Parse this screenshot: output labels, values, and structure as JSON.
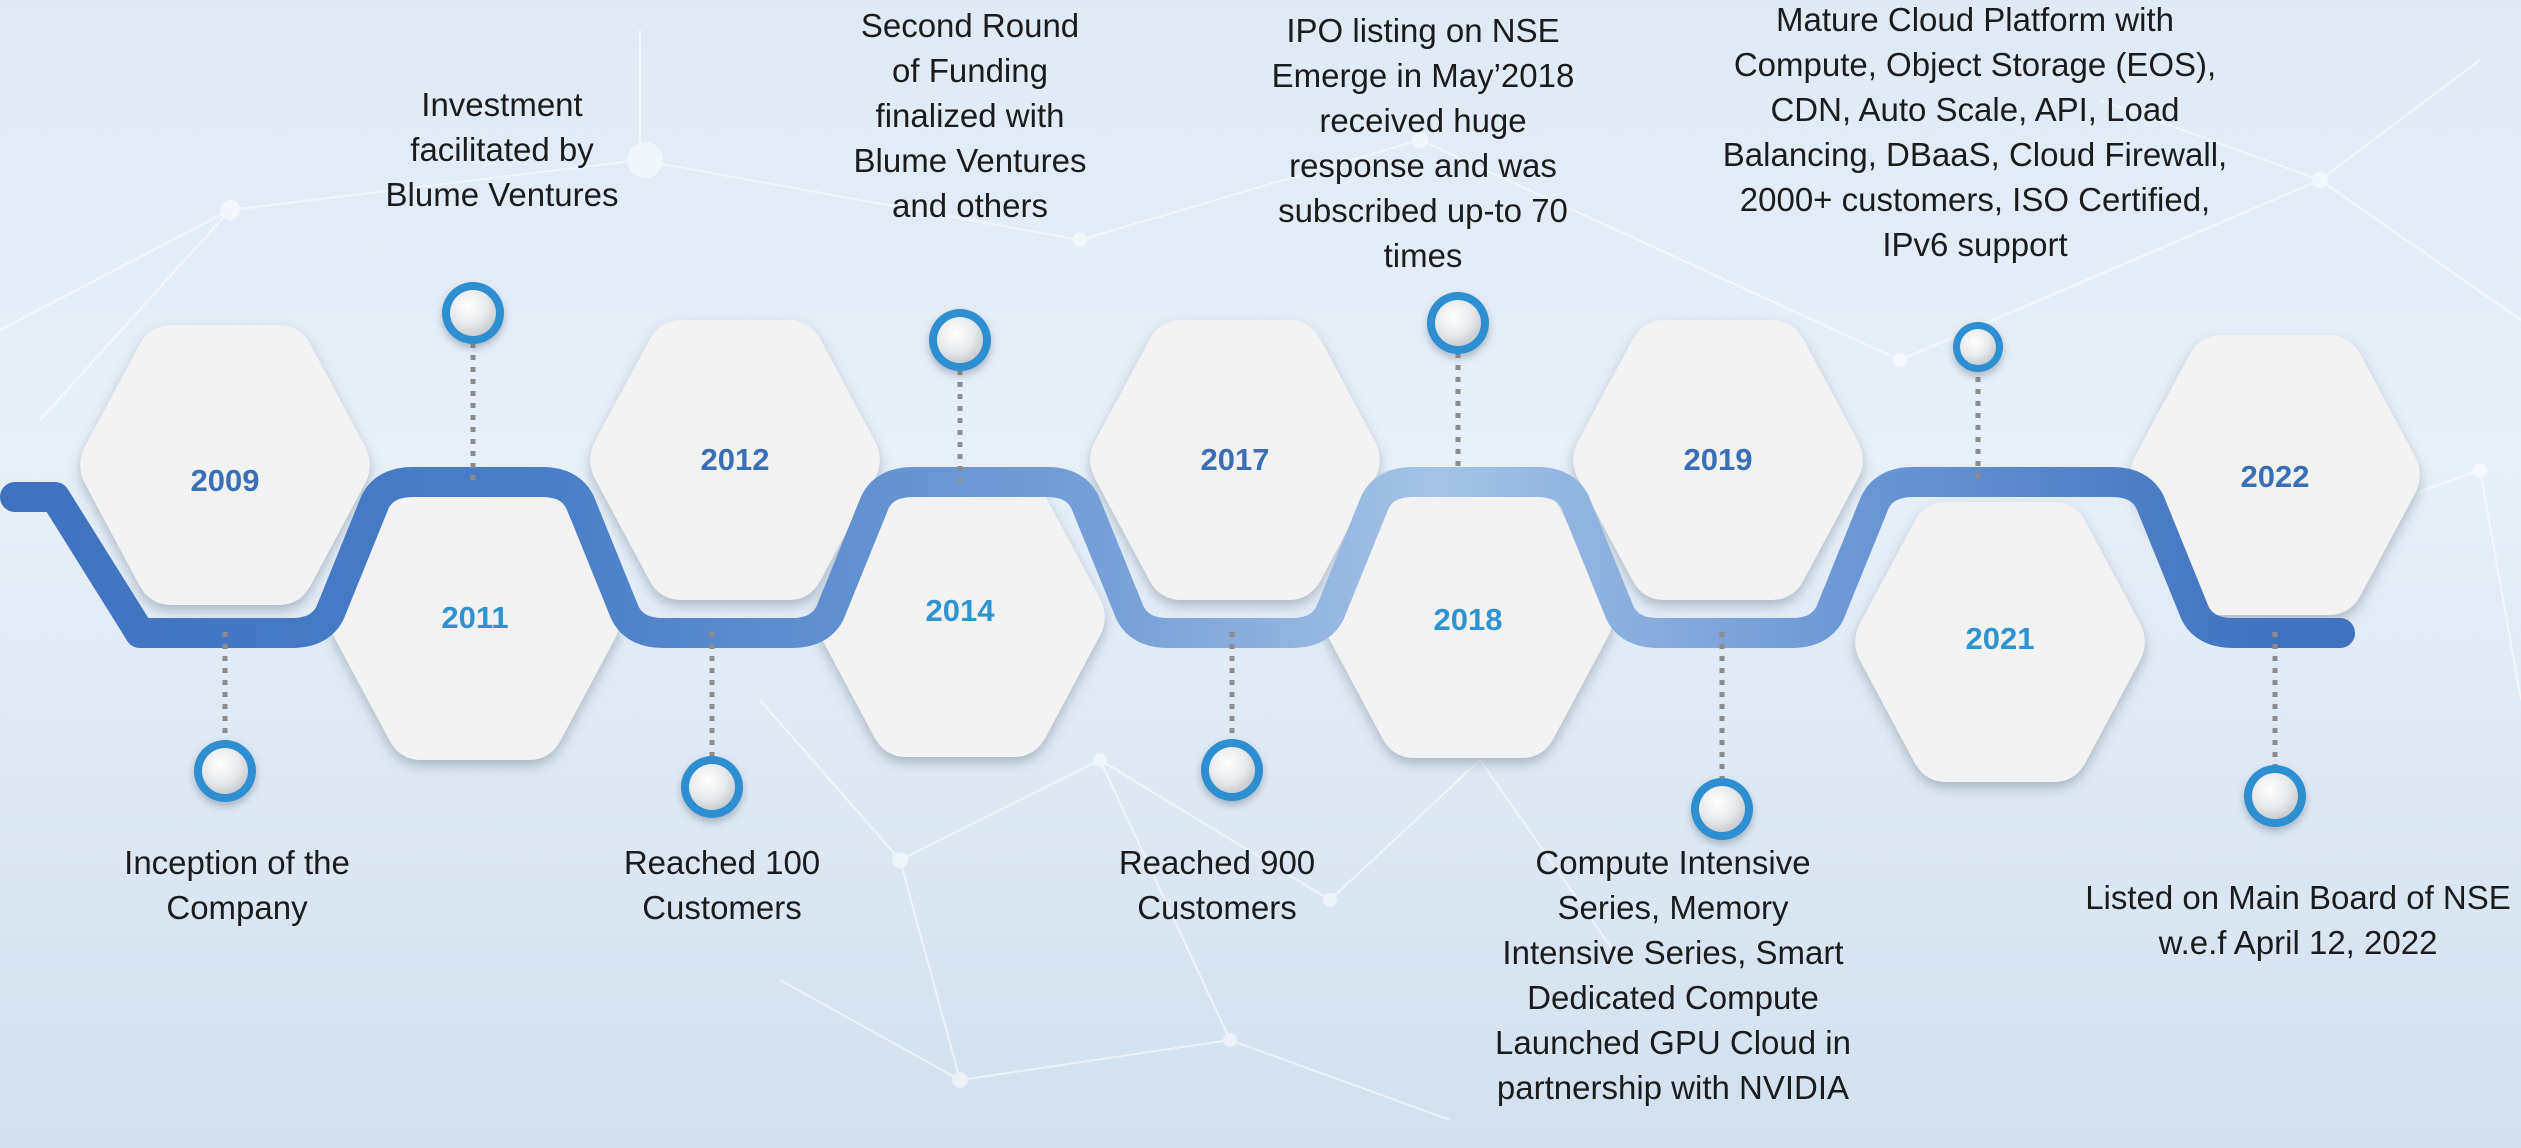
{
  "colors": {
    "ribbon_dark": "#3f73bf",
    "ribbon_light": "#9bbbe3",
    "hex_fill": "#f2f2f2",
    "year_dark": "#3a6fb5",
    "year_light": "#2f93cf",
    "node_ring": "#2f8fd0"
  },
  "milestones": [
    {
      "year": "2009",
      "caption": [
        "Inception of the",
        "Company"
      ]
    },
    {
      "year": "2011",
      "caption": [
        "Investment",
        "facilitated by",
        "Blume Ventures"
      ]
    },
    {
      "year": "2012",
      "caption": [
        "Reached 100",
        "Customers"
      ]
    },
    {
      "year": "2014",
      "caption": [
        "Second Round",
        "of Funding",
        "finalized with",
        "Blume Ventures",
        "and others"
      ]
    },
    {
      "year": "2017",
      "caption": [
        "Reached 900",
        "Customers"
      ]
    },
    {
      "year": "2018",
      "caption": [
        "IPO listing on NSE",
        "Emerge in May’2018",
        "received huge",
        "response and was",
        "subscribed up-to 70",
        "times"
      ]
    },
    {
      "year": "2019",
      "caption": [
        "Compute Intensive",
        "Series, Memory",
        "Intensive Series, Smart",
        "Dedicated Compute",
        "Launched GPU Cloud in",
        "partnership with NVIDIA"
      ]
    },
    {
      "year": "2021",
      "caption": [
        "Mature Cloud Platform with",
        "Compute, Object Storage (EOS),",
        "CDN, Auto Scale, API, Load",
        "Balancing, DBaaS, Cloud Firewall,",
        "2000+ customers, ISO Certified,",
        "IPv6 support"
      ]
    },
    {
      "year": "2022",
      "caption": [
        "Listed on Main Board of NSE",
        "w.e.f April 12, 2022"
      ]
    }
  ]
}
